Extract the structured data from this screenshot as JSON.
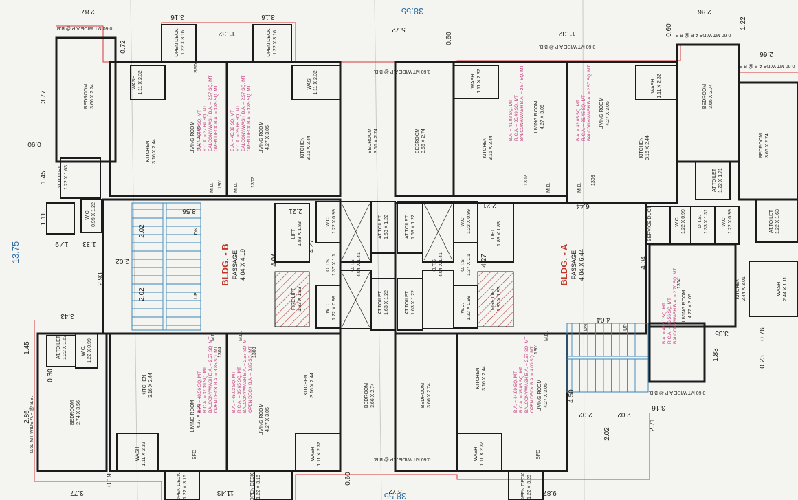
{
  "overall": {
    "width_top": "38.55",
    "width_bottom": "38.55",
    "height_left": "13.75"
  },
  "buildings": {
    "b": {
      "name": "BLDG. - B",
      "passage_label": "PASSAGE",
      "passage_size": "4.04 X 4.19"
    },
    "a": {
      "name": "BLDG. - A",
      "passage_label": "PASSAGE",
      "passage_size": "4.04 X 6.44"
    }
  },
  "rooms": {
    "bedroom_366_274": "3.66 X 2.74",
    "bedroom_274_356": "2.74 X 3.56",
    "kitchen_316_244": "3.16 X 2.44",
    "kitchen_244_301": "2.44 X 3.01",
    "living_427_305": "4.27 X 3.05",
    "toilet_122_163": "1.22 X 1.63",
    "toilet_122_171": "1.22 X 1.71",
    "toilet_163_122": "1.63 X 1.22",
    "wc_122_099": "1.22 X 0.99",
    "wc_099_122": "0.99 X 1.22",
    "wash_111_232": "1.11 X 2.32",
    "wash_244_111": "2.44 X 1.11",
    "lift_183": "1.83 X 1.83",
    "ots_404_141": "4.04 X 1.41",
    "ots_137_11": "1.37 X 1.1",
    "ots_133_131": "1.33 X 1.31",
    "ots_122_099": "1.22 X 0.99",
    "open_deck_122_316": "1.22 X 3.16",
    "open_deck_122_328": "1.22 X 3.28"
  },
  "names": {
    "bedroom": "BEDROOM",
    "kitchen": "KITCHEN",
    "living": "LIVING ROOM",
    "toilet": "AT.TOILET",
    "wc": "W.C.",
    "wash": "WASH",
    "lift": "LIFT",
    "fire_lift": "FIRE LIFT",
    "ots": "O.T.S.",
    "open_deck": "OPEN DECK",
    "service_duct": "SERVICE DUCT",
    "md": "M.D.",
    "sfd": "SFD",
    "wide_ap": "0.60 MT WIDE A.P @ B.B.",
    "up": "UP",
    "dn": "DN"
  },
  "areas": {
    "u1301": [
      "1301",
      "B.A. = 47.43 SQ. MT",
      "R.C.A. = 37.69 SQ. MT",
      "BALCONY/WASH B.A. = 2.57 SQ. MT",
      "OPEN DECK B.A. = 3.85 SQ. MT"
    ],
    "u1302": [
      "1302",
      "B.A. = 45.02 SQ. MT",
      "R.C.A. = 35.65 SQ. MT",
      "BALCONY/WASH B.A. = 2.57 SQ. MT",
      "OPEN DECK B.A. = 3.85 SQ. MT"
    ],
    "u1303": [
      "1303",
      "B.A. = 45.02 SQ. MT",
      "R.C.A. = 35.65 SQ. MT",
      "BALCONY/WASH B.A. = 2.57 SQ. MT",
      "OPEN DECK B.A. = 3.85 SQ. MT"
    ],
    "u1304": [
      "1304",
      "B.A. = 48.56 SQ. MT",
      "R.C.A. = 37.39 SQ. MT",
      "BALCONY/WASH B.A. = 2.57 SQ. MT",
      "OPEN DECK B.A. = 3.85 SQ. MT"
    ],
    "a1302": [
      "1302",
      "B.A. = 41.02 SQ. MT",
      "R.C.A. = 35.49 SQ. MT",
      "BALCONY/WASH B.A. = 2.57 SQ. MT"
    ],
    "a1303": [
      "1303",
      "B.A. = 42.05 SQ. MT",
      "R.C.A. = 36.45 SQ. MT",
      "BALCONY/WASH B.A. = 2.57 SQ. MT"
    ],
    "a1301": [
      "1301",
      "B.A. = 44.99 SQ. MT",
      "R.C.A. = 35.85 SQ. MT",
      "BALCONY/WASH B.A. = 2.57 SQ. MT",
      "OPEN DECK B.A. = 4.00 SQ. MT"
    ],
    "a1304": [
      "1304",
      "B.A. = 42.91 SQ. MT",
      "R.C.A. = 36.56 SQ. MT",
      "BALCONY/WASH B.A. = 2.70 SQ. MT"
    ]
  },
  "dims": {
    "d287": "2.87",
    "d316": "3.16",
    "d1132": "11.32",
    "d572": "5.72",
    "d060": "0.60",
    "d286": "2.86",
    "d122": "1.22",
    "d266": "2.66",
    "d377": "3.77",
    "d072": "0.72",
    "d090": "0.90",
    "d145": "1.45",
    "d111": "1.11",
    "d149": "1.49",
    "d133": "1.33",
    "d293": "2.93",
    "d202": "2.02",
    "d343": "3.43",
    "d030": "0.30",
    "d019": "0.19",
    "d221": "2.21",
    "d427": "4.27",
    "d404": "4.04",
    "d644": "6.44",
    "d335": "3.35",
    "d076": "0.76",
    "d023": "0.23",
    "d183": "1.83",
    "d450": "4.50",
    "d271": "2.71",
    "d1143": "11.43",
    "d987": "9.87",
    "d856": "8.56"
  },
  "colors": {
    "wall": "#1b1b1b",
    "red": "#d63838",
    "pink": "#c0367a",
    "blue": "#2e6fa7",
    "stair": "#3a86b8"
  }
}
